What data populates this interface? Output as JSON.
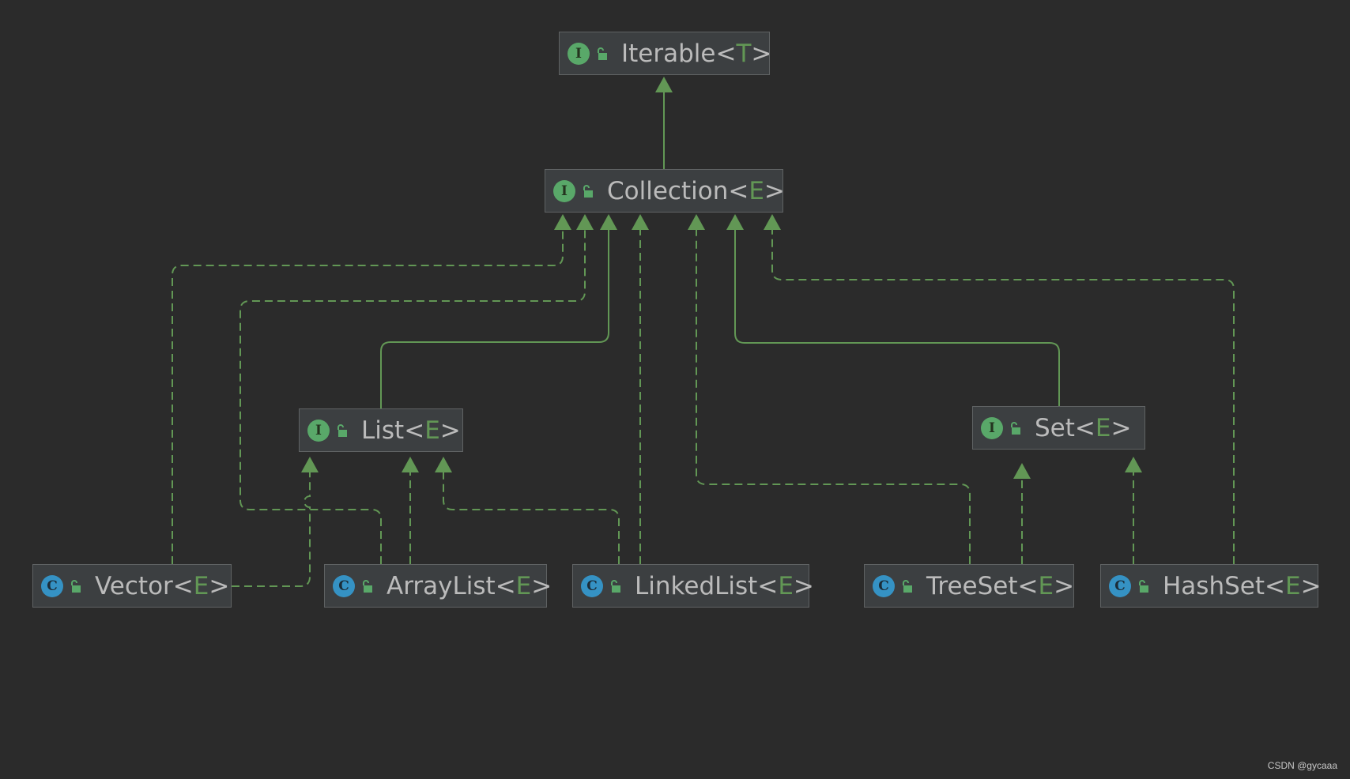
{
  "colors": {
    "background": "#2b2b2b",
    "node_fill": "#3c3f41",
    "node_border": "#5f6263",
    "edge": "#629755",
    "interface_badge": "#59a869",
    "class_badge": "#3592c4",
    "type_param": "#629755"
  },
  "nodes": [
    {
      "id": "iterable",
      "kind": "interface",
      "badge": "I",
      "icon": "interface-icon",
      "name": "Iterable",
      "param": "T"
    },
    {
      "id": "collection",
      "kind": "interface",
      "badge": "I",
      "icon": "interface-icon",
      "name": "Collection",
      "param": "E"
    },
    {
      "id": "list",
      "kind": "interface",
      "badge": "I",
      "icon": "interface-icon",
      "name": "List",
      "param": "E"
    },
    {
      "id": "set",
      "kind": "interface",
      "badge": "I",
      "icon": "interface-icon",
      "name": "Set",
      "param": "E"
    },
    {
      "id": "vector",
      "kind": "class",
      "badge": "C",
      "icon": "class-icon",
      "name": "Vector",
      "param": "E"
    },
    {
      "id": "arraylist",
      "kind": "class",
      "badge": "C",
      "icon": "class-icon",
      "name": "ArrayList",
      "param": "E"
    },
    {
      "id": "linkedlist",
      "kind": "class",
      "badge": "C",
      "icon": "class-icon",
      "name": "LinkedList",
      "param": "E"
    },
    {
      "id": "treeset",
      "kind": "class",
      "badge": "C",
      "icon": "class-icon",
      "name": "TreeSet",
      "param": "E"
    },
    {
      "id": "hashset",
      "kind": "class",
      "badge": "C",
      "icon": "class-icon",
      "name": "HashSet",
      "param": "E"
    }
  ],
  "edges": [
    {
      "from": "collection",
      "to": "iterable",
      "type": "extends"
    },
    {
      "from": "list",
      "to": "collection",
      "type": "extends"
    },
    {
      "from": "set",
      "to": "collection",
      "type": "extends"
    },
    {
      "from": "vector",
      "to": "collection",
      "type": "implements"
    },
    {
      "from": "arraylist",
      "to": "collection",
      "type": "implements"
    },
    {
      "from": "linkedlist",
      "to": "collection",
      "type": "implements"
    },
    {
      "from": "treeset",
      "to": "collection",
      "type": "implements"
    },
    {
      "from": "hashset",
      "to": "collection",
      "type": "implements"
    },
    {
      "from": "vector",
      "to": "list",
      "type": "implements"
    },
    {
      "from": "arraylist",
      "to": "list",
      "type": "implements"
    },
    {
      "from": "linkedlist",
      "to": "list",
      "type": "implements"
    },
    {
      "from": "treeset",
      "to": "set",
      "type": "implements"
    },
    {
      "from": "hashset",
      "to": "set",
      "type": "implements"
    }
  ],
  "watermark": "CSDN @gycaaa"
}
